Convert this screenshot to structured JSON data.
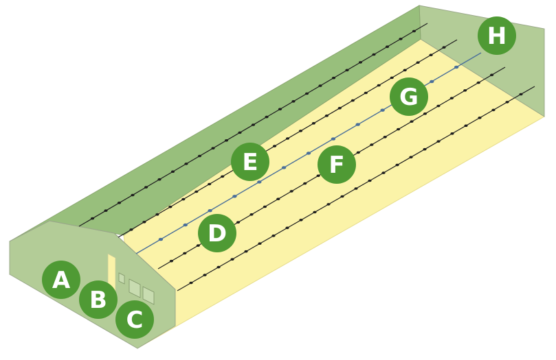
{
  "diagram": {
    "colors": {
      "wall_green": "#b3cc97",
      "wall_green_dark": "#9fc184",
      "roof_green": "#8fb873",
      "roof_green_top": "#98bf7c",
      "floor_yellow": "#fbf3a8",
      "edge_gray": "#9aa88a",
      "pipe_black": "#1e1e1e",
      "pipe_blue": "#4a6f9a",
      "badge_green": "#4f9a34",
      "badge_text": "#ffffff"
    },
    "badges": [
      {
        "id": "A",
        "label": "A"
      },
      {
        "id": "B",
        "label": "B"
      },
      {
        "id": "C",
        "label": "C"
      },
      {
        "id": "D",
        "label": "D"
      },
      {
        "id": "E",
        "label": "E"
      },
      {
        "id": "F",
        "label": "F"
      },
      {
        "id": "G",
        "label": "G"
      },
      {
        "id": "H",
        "label": "H"
      }
    ],
    "lines": [
      {
        "id": "line-1",
        "style": "black"
      },
      {
        "id": "line-2",
        "style": "black"
      },
      {
        "id": "line-3",
        "style": "blue"
      },
      {
        "id": "line-4",
        "style": "black"
      },
      {
        "id": "line-5",
        "style": "black"
      }
    ]
  }
}
